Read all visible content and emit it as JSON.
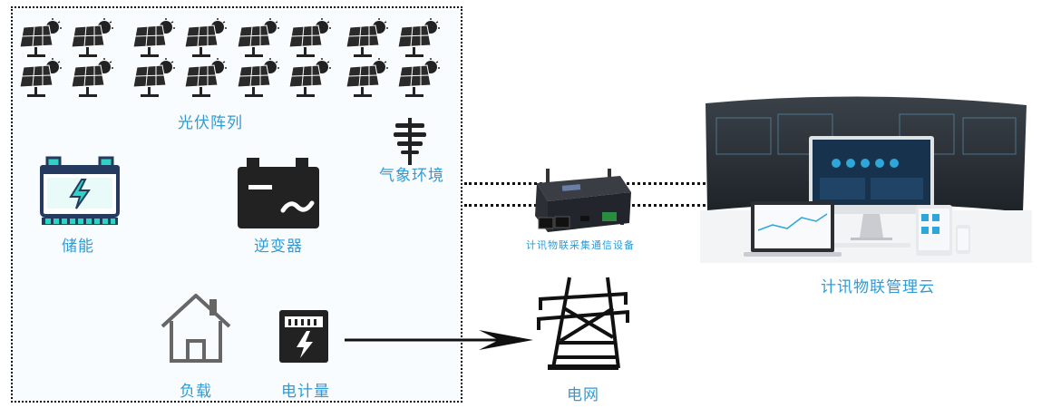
{
  "labels": {
    "solar_array": "光伏阵列",
    "weather": "气象环境",
    "storage": "储能",
    "inverter": "逆变器",
    "load": "负载",
    "meter": "电计量",
    "gateway": "计讯物联采集通信设备",
    "cloud": "计讯物联管理云",
    "grid": "电网"
  },
  "colors": {
    "label_blue": "#2f9bd6",
    "icon_dark": "#222222",
    "battery_navy": "#243a5e",
    "battery_teal": "#2ed3c1"
  }
}
